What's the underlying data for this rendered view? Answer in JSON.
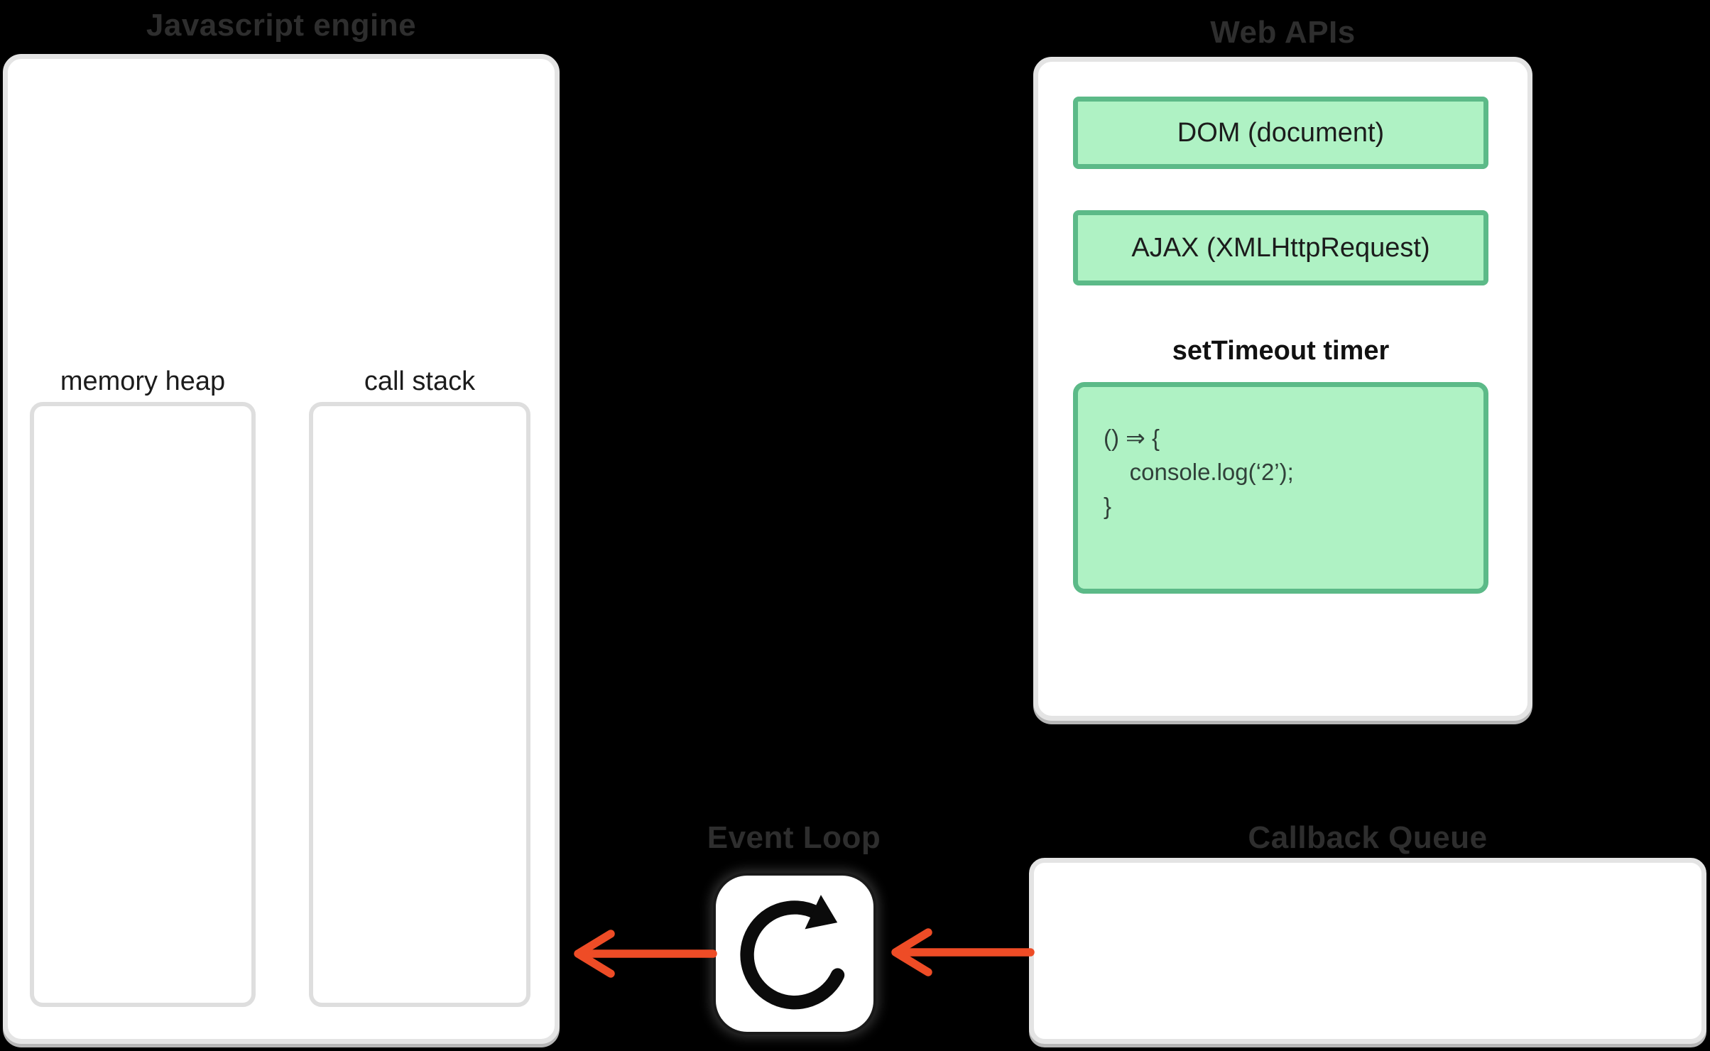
{
  "javascript_engine": {
    "title": "Javascript engine",
    "memory_heap_label": "memory heap",
    "call_stack_label": "call stack"
  },
  "web_apis": {
    "title": "Web APIs",
    "dom_box_label": "DOM (document)",
    "ajax_box_label": "AJAX (XMLHttpRequest)",
    "settimeout_label": "setTimeout timer",
    "settimeout_code_line1": "() ⇒ {",
    "settimeout_code_line2": "    console.log(‘2’);",
    "settimeout_code_line3": "}"
  },
  "event_loop": {
    "title": "Event Loop",
    "icon": "clockwise-circular-arrow"
  },
  "callback_queue": {
    "title": "Callback Queue"
  },
  "colors": {
    "background": "#000000",
    "panel_fill": "#ffffff",
    "panel_border": "#e4e4e4",
    "inner_border": "#dedede",
    "green_fill": "#aff2c4",
    "green_border": "#5cba88",
    "arrow_red": "#ee4c26",
    "title_text": "#2e2e2e",
    "dark_text": "#1c1c1c"
  }
}
